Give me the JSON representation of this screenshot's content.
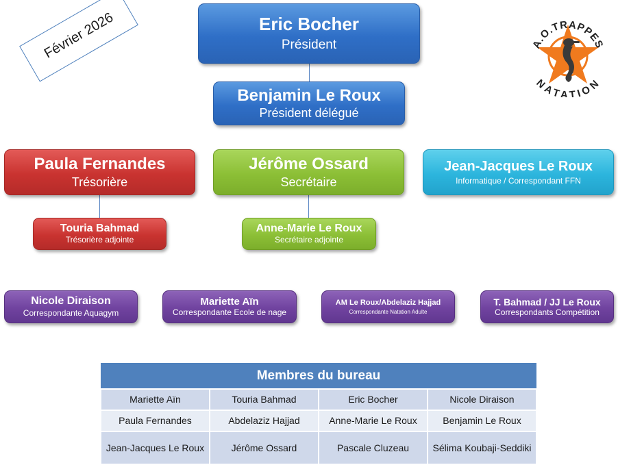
{
  "date_label": "Février 2026",
  "logo": {
    "text_top": "A.O.TRAPPES",
    "text_bottom": "NATATION",
    "colors": {
      "star": "#f07a1e",
      "seahorse": "#3a3a3a",
      "text": "#222222"
    }
  },
  "nodes": {
    "president": {
      "name": "Eric Bocher",
      "role": "Président"
    },
    "vice_president": {
      "name": "Benjamin Le Roux",
      "role": "Président délégué"
    },
    "treasurer": {
      "name": "Paula Fernandes",
      "role": "Trésorière"
    },
    "secretary": {
      "name": "Jérôme Ossard",
      "role": "Secrétaire"
    },
    "it": {
      "name": "Jean-Jacques Le Roux",
      "role": "Informatique / Correspondant FFN"
    },
    "treasurer_assistant": {
      "name": "Touria Bahmad",
      "role": "Trésorière adjointe"
    },
    "secretary_assistant": {
      "name": "Anne-Marie Le Roux",
      "role": "Secrétaire adjointe"
    },
    "aquagym": {
      "name": "Nicole Diraison",
      "role": "Correspondante Aquagym"
    },
    "ecole": {
      "name": "Mariette Aïn",
      "role": "Correspondante Ecole de nage"
    },
    "adulte": {
      "name": "AM Le Roux/Abdelaziz Hajjad",
      "role": "Correspondante Natation Adulte"
    },
    "competition": {
      "name": "T. Bahmad / JJ Le Roux",
      "role": "Correspondants Compétition"
    }
  },
  "colors": {
    "blue": "#2f6fc7",
    "red": "#c93330",
    "green": "#8cbf36",
    "cyan": "#2cb5dd",
    "purple": "#70439f",
    "table_header": "#4f81bd"
  },
  "bureau": {
    "title": "Membres du bureau",
    "rows": [
      [
        "Mariette Aïn",
        "Touria Bahmad",
        "Eric Bocher",
        "Nicole Diraison"
      ],
      [
        "Paula Fernandes",
        "Abdelaziz Hajjad",
        "Anne-Marie Le Roux",
        "Benjamin Le Roux"
      ],
      [
        "Jean-Jacques Le Roux",
        "Jérôme Ossard",
        "Pascale Cluzeau",
        "Sélima Koubaji-Seddiki"
      ]
    ]
  }
}
